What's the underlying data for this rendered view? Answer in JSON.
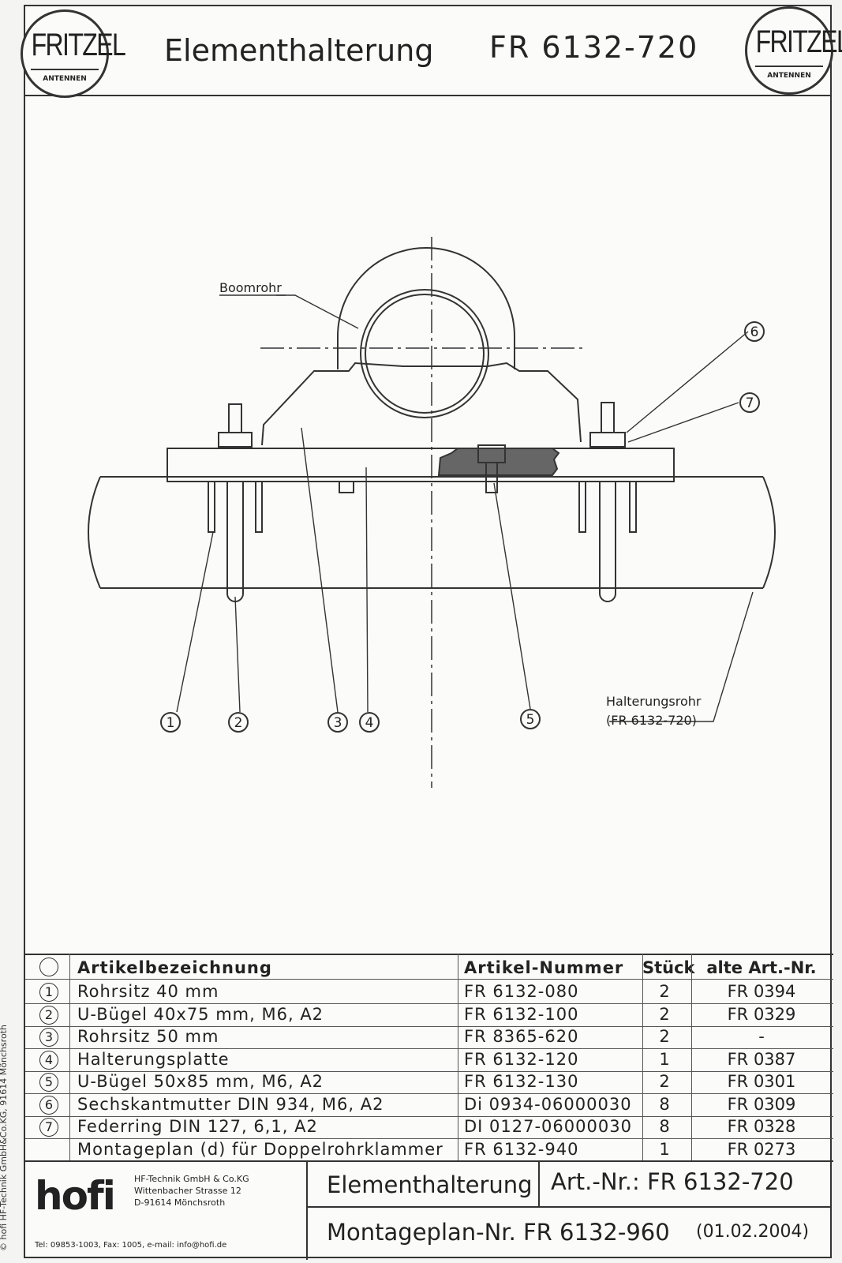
{
  "header": {
    "title": "Elementhalterung",
    "article_number": "FR 6132-720",
    "logo_text": "FRITZEL",
    "logo_subtext": "ANTENNEN"
  },
  "drawing": {
    "labels": {
      "boomrohr": "Boomrohr",
      "halterungsrohr": "Halterungsrohr",
      "halterungsrohr_ref": "(FR 6132-720)"
    },
    "callouts": [
      "1",
      "2",
      "3",
      "4",
      "5",
      "6",
      "7"
    ]
  },
  "parts_table": {
    "headers": {
      "symbol": "",
      "description": "Artikelbezeichnung",
      "article_number": "Artikel-Nummer",
      "quantity": "Stück",
      "old_article": "alte Art.-Nr."
    },
    "rows": [
      {
        "pos": "1",
        "description": "Rohrsitz 40 mm",
        "article_number": "FR 6132-080",
        "quantity": "2",
        "old_article": "FR 0394"
      },
      {
        "pos": "2",
        "description": "U-Bügel 40x75 mm, M6, A2",
        "article_number": "FR 6132-100",
        "quantity": "2",
        "old_article": "FR 0329"
      },
      {
        "pos": "3",
        "description": "Rohrsitz 50 mm",
        "article_number": "FR 8365-620",
        "quantity": "2",
        "old_article": "-"
      },
      {
        "pos": "4",
        "description": "Halterungsplatte",
        "article_number": "FR 6132-120",
        "quantity": "1",
        "old_article": "FR 0387"
      },
      {
        "pos": "5",
        "description": "U-Bügel 50x85 mm, M6, A2",
        "article_number": "FR 6132-130",
        "quantity": "2",
        "old_article": "FR 0301"
      },
      {
        "pos": "6",
        "description": "Sechskantmutter DIN 934, M6, A2",
        "article_number": "Di 0934-06000030",
        "quantity": "8",
        "old_article": "FR 0309"
      },
      {
        "pos": "7",
        "description": "Federring DIN 127, 6,1, A2",
        "article_number": "DI 0127-06000030",
        "quantity": "8",
        "old_article": "FR 0328"
      },
      {
        "pos": "",
        "description": "Montageplan (d) für Doppelrohrklammer",
        "article_number": "FR 6132-940",
        "quantity": "1",
        "old_article": "FR 0273"
      }
    ]
  },
  "footer": {
    "company_brand": "hofi",
    "company_lines": [
      "HF-Technik GmbH & Co.KG",
      "Wittenbacher Strasse 12",
      "D-91614 Mönchsroth"
    ],
    "contact": "Tel: 09853-1003, Fax: 1005, e-mail: info@hofi.de",
    "product_name": "Elementhalterung",
    "art_nr_label": "Art.-Nr.: FR 6132-720",
    "montageplan": "Montageplan-Nr. FR 6132-960",
    "date": "(01.02.2004)"
  },
  "copyright": "© hofi HF-Technik GmbH&Co.KG, 91614 Mönchsroth"
}
